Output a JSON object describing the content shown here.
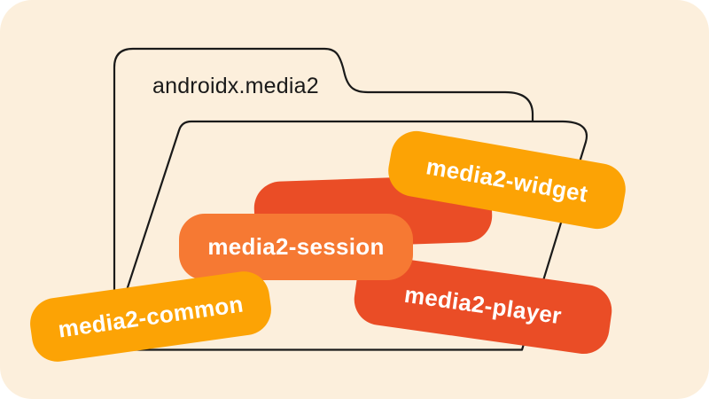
{
  "canvas": {
    "outer_background": "#FFFFFF",
    "background": "#FCEFDC",
    "outline_color": "#1A1A1A"
  },
  "folder": {
    "label": "androidx.media2"
  },
  "decor": {
    "name": "red-rounded-shape",
    "color": "#EA4D26"
  },
  "badges": {
    "widget": {
      "label": "media2-widget",
      "color": "#FCA305",
      "text_color": "#FFFFFF"
    },
    "session": {
      "label": "media2-session",
      "color": "#F67933",
      "text_color": "#FFFFFF"
    },
    "player": {
      "label": "media2-player",
      "color": "#EA4D26",
      "text_color": "#FFFFFF"
    },
    "common": {
      "label": "media2-common",
      "color": "#FCA305",
      "text_color": "#FFFFFF"
    }
  }
}
